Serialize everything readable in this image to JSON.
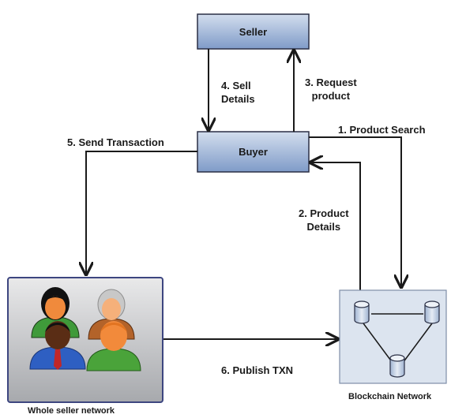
{
  "nodes": {
    "seller": "Seller",
    "buyer": "Buyer",
    "whole_seller_network": "Whole seller network",
    "blockchain_network": "Blockchain Network"
  },
  "edges": {
    "sell_details_1": "4. Sell",
    "sell_details_2": "Details",
    "request_product_1": "3. Request",
    "request_product_2": "product",
    "product_search": "1. Product Search",
    "product_details_1": "2. Product",
    "product_details_2": "Details",
    "send_transaction": "5. Send Transaction",
    "publish_txn": "6. Publish TXN"
  },
  "icons": {
    "people": "people-group-icon",
    "database": "database-icon"
  },
  "colors": {
    "box_fill_top": "#c9d6ea",
    "box_fill_bottom": "#7f9bc8",
    "box_border": "#2a2f45",
    "network_fill": "#dce4ef",
    "arrow": "#1a1a1a"
  }
}
